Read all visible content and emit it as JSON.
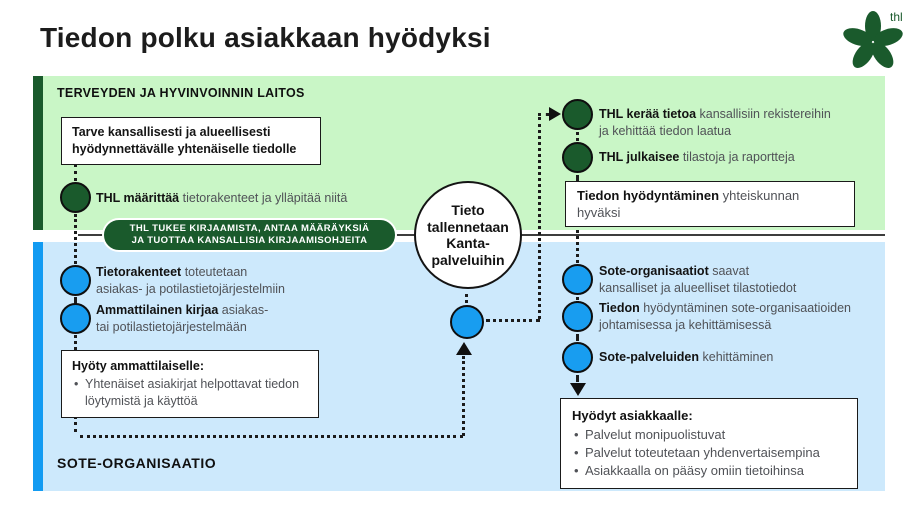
{
  "title": "Tiedon polku asiakkaan hyödyksi",
  "logo": {
    "text": "thl"
  },
  "colors": {
    "dark_green": "#1a5a2c",
    "light_green": "#c9f6c6",
    "bright_blue": "#129bf2",
    "node_blue": "#189df0",
    "light_blue": "#cde9fc",
    "text_gray": "#505257"
  },
  "thl_band": {
    "heading": "TERVEYDEN JA HYVINVOINNIN LAITOS",
    "need_box": {
      "line1": "Tarve kansallisesti ja alueellisesti",
      "line2": "hyödynnettävälle yhtenäiselle tiedolle"
    },
    "maarittaa": {
      "bold": "THL määrittää",
      "rest": " tietorakenteet ja ylläpitää niitä"
    },
    "keraa": {
      "bold": "THL kerää tietoa",
      "rest": " kansallisiin rekistereihin",
      "rest2": "ja kehittää tiedon laatua"
    },
    "julkaisee": {
      "bold": "THL julkaisee",
      "rest": " tilastoja ja raportteja"
    },
    "hyodyntaminen_box": {
      "bold": "Tiedon hyödyntäminen",
      "rest": " yhteiskunnan hyväksi"
    }
  },
  "pill": {
    "line1": "THL TUKEE KIRJAAMISTA, ANTAA MÄÄRÄYKSIÄ",
    "line2": "JA TUOTTAA KANSALLISIA KIRJAAMISOHJEITA"
  },
  "kanta": {
    "line1": "Tieto",
    "line2": "tallennetaan",
    "line3": "Kanta-",
    "line4": "palveluihin"
  },
  "sote_band": {
    "heading": "SOTE-ORGANISAATIO",
    "tietorakenteet": {
      "bold": "Tietorakenteet",
      "rest": " toteutetaan",
      "rest2": "asiakas- ja potilastietojärjestelmiin"
    },
    "kirjaa": {
      "bold": "Ammattilainen kirjaa",
      "rest": " asiakas-",
      "rest2": "tai potilastietojärjestelmään"
    },
    "hyoty_box": {
      "title": "Hyöty ammattilaiselle:",
      "bullet1": "Yhtenäiset asiakirjat helpottavat tiedon löytymistä ja käyttöä"
    },
    "organisaatiot": {
      "bold": "Sote-organisaatiot",
      "rest": " saavat",
      "rest2": "kansalliset ja alueelliset tilastotiedot"
    },
    "tiedon": {
      "bold": "Tiedon",
      "rest": " hyödyntäminen sote-organisaatioiden",
      "rest2": "johtamisessa ja kehittämisessä"
    },
    "palvelut": {
      "bold": "Sote-palveluiden",
      "rest": " kehittäminen"
    },
    "hyodyt_box": {
      "title": "Hyödyt asiakkaalle:",
      "bullets": [
        "Palvelut monipuolistuvat",
        "Palvelut toteutetaan yhdenvertaisempina",
        "Asiakkaalla on pääsy omiin tietoihinsa"
      ]
    }
  }
}
